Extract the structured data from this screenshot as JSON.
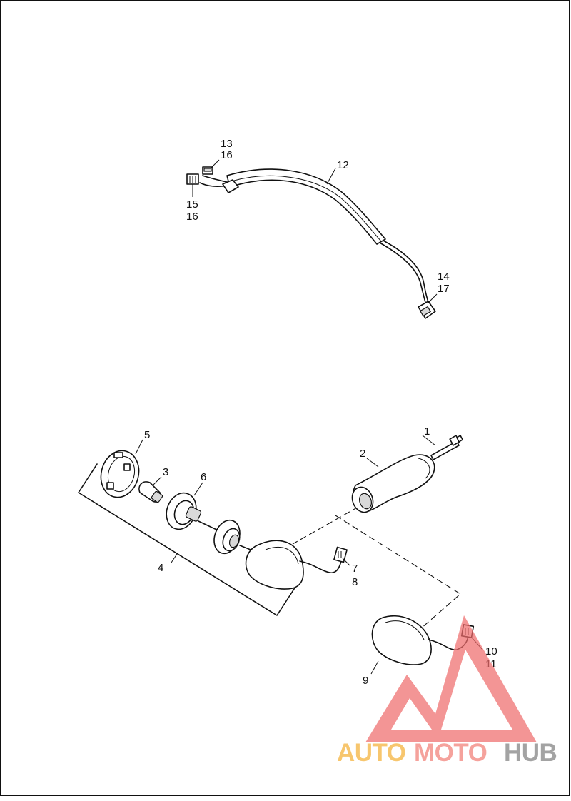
{
  "diagram": {
    "callouts": {
      "c1": "1",
      "c2": "2",
      "c3": "3",
      "c4": "4",
      "c5": "5",
      "c6": "6",
      "c7": "7",
      "c8": "8",
      "c9": "9",
      "c10": "10",
      "c11": "11",
      "c12": "12",
      "c13": "13",
      "c14": "14",
      "c15": "15",
      "c16a": "16",
      "c16b": "16",
      "c17": "17"
    }
  },
  "watermark": {
    "part1": "AUTO",
    "part2": "MOTO",
    "part3": "HUB",
    "color_auto": "#f6b84a",
    "color_moto": "#f38b84",
    "color_hub": "#8d8d8d",
    "logo_color": "#ee6c6c"
  }
}
